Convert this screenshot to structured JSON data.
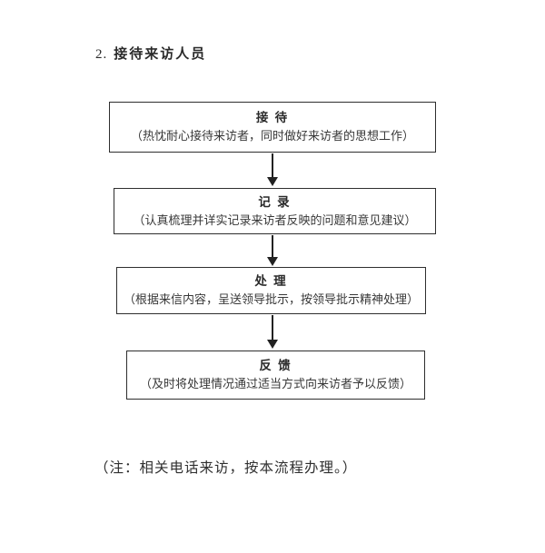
{
  "page": {
    "title_number": "2.",
    "title": "接待来访人员",
    "note": "（注：相关电话来访，按本流程办理。）"
  },
  "flowchart": {
    "steps": [
      {
        "label": "接 待",
        "description": "（热忱耐心接待来访者，同时做好来访者的思想工作）"
      },
      {
        "label": "记 录",
        "description": "（认真梳理并详实记录来访者反映的问题和意见建议）"
      },
      {
        "label": "处 理",
        "description": "（根据来信内容，呈送领导批示，按领导批示精神处理）"
      },
      {
        "label": "反 馈",
        "description": "（及时将处理情况通过适当方式向来访者予以反馈）"
      }
    ]
  }
}
